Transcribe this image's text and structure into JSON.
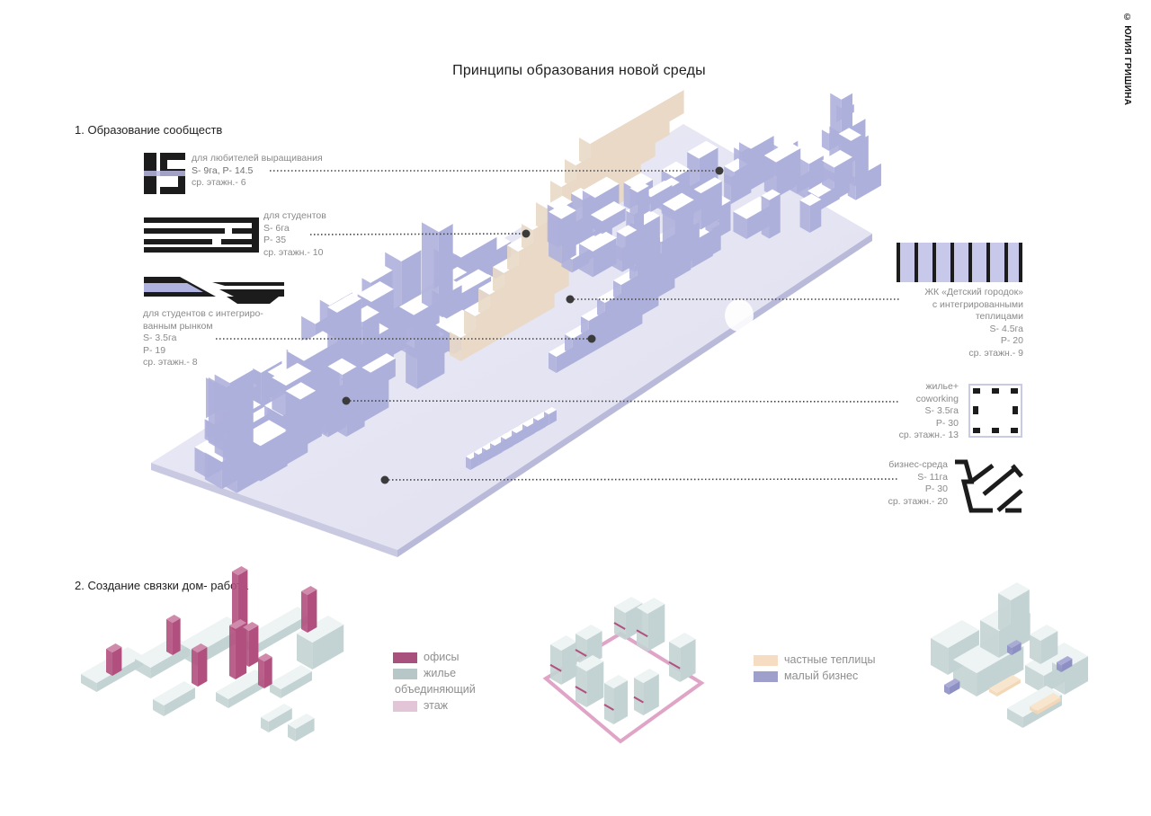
{
  "title": "Принципы образования новой среды",
  "copyright": "© ЮЛИЯ ГРИШИНА",
  "section1": {
    "heading": "1. Образование сообществ",
    "communities": [
      {
        "lines": [
          "для любителей выращивания",
          "S- 9га, P- 14.5",
          "ср. этажн.- 6"
        ]
      },
      {
        "lines": [
          "для студентов",
          "S- 6га",
          "P- 35",
          "ср. этажн.- 10"
        ]
      },
      {
        "lines": [
          "для студентов с интегриро-",
          "ванным рынком",
          "S- 3.5га",
          "P- 19",
          "ср. этажн.- 8"
        ]
      },
      {
        "lines": [
          "ЖК «Детский городок»",
          "с интегрированными",
          "теплицами",
          "S- 4.5га",
          "P- 20",
          "ср. этажн.- 9"
        ]
      },
      {
        "lines": [
          "жилье+",
          "coworking",
          "S- 3.5га",
          "P- 30",
          "ср. этажн.- 13"
        ]
      },
      {
        "lines": [
          "бизнес-среда",
          "S- 11га",
          "P- 30",
          "ср. этажн.- 20"
        ]
      }
    ]
  },
  "section2": {
    "heading": "2. Создание связки дом- работа",
    "legend1": [
      {
        "label": "офисы",
        "color": "#a8517c"
      },
      {
        "label": "жилье",
        "color": "#b7c7c7"
      },
      {
        "label": "объединяющий",
        "color": "#e2c6d7"
      },
      {
        "label": "этаж",
        "color": ""
      }
    ],
    "legend2": [
      {
        "label": "частные теплицы",
        "color": "#f6dcc2"
      },
      {
        "label": "малый бизнес",
        "color": "#9e9fca"
      }
    ]
  },
  "colors": {
    "massing": "#aeb0dc",
    "massing_top": "#ffffff",
    "ground": "#e6e6f3",
    "greenhouse": "#f6e3c7",
    "office": "#b1507e",
    "housing": "#c3d3d3",
    "leader": "#444444"
  }
}
